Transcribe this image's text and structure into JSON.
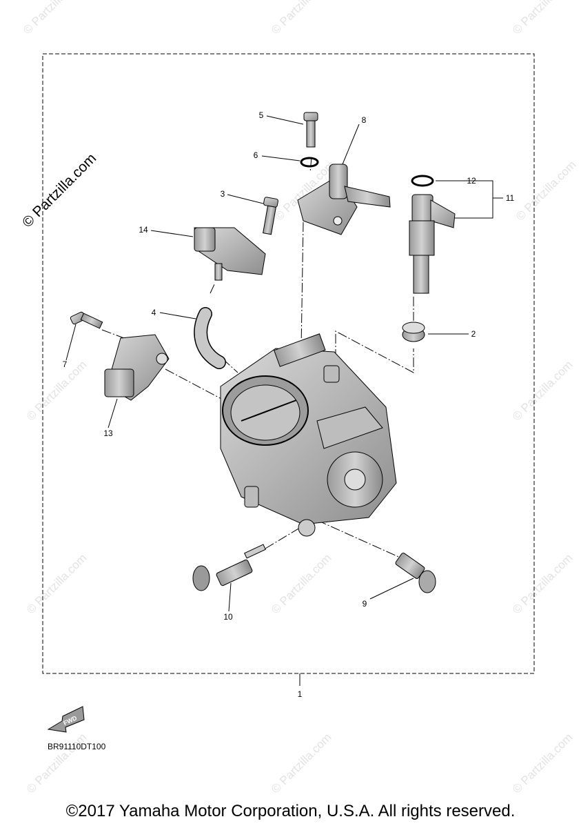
{
  "diagram": {
    "watermark": "© Partzilla.com",
    "diagram_code": "BR91110DT100",
    "fwd_label": "FWD",
    "footer": "©2017 Yamaha Motor Corporation, U.S.A. All rights reserved.",
    "callouts": [
      "1",
      "2",
      "3",
      "4",
      "5",
      "6",
      "7",
      "8",
      "9",
      "10",
      "11",
      "12",
      "13",
      "14"
    ]
  }
}
